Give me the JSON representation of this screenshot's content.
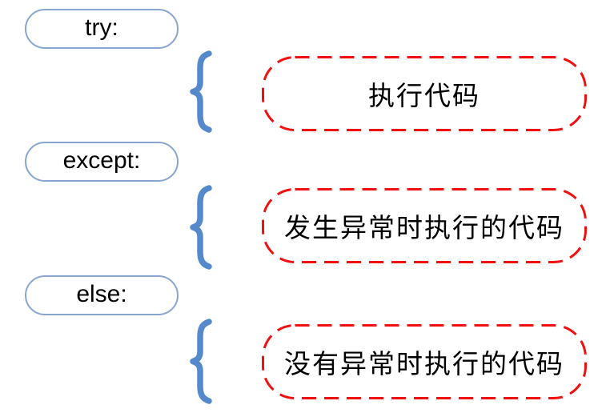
{
  "diagram": {
    "rows": [
      {
        "keyword": "try:",
        "body": "执行代码"
      },
      {
        "keyword": "except:",
        "body": "发生异常时执行的代码"
      },
      {
        "keyword": "else:",
        "body": "没有异常时执行的代码"
      }
    ],
    "colors": {
      "pill_border": "#87A5CF",
      "brace": "#5689CB",
      "dashed_border": "#F01010",
      "text": "#000000"
    }
  }
}
